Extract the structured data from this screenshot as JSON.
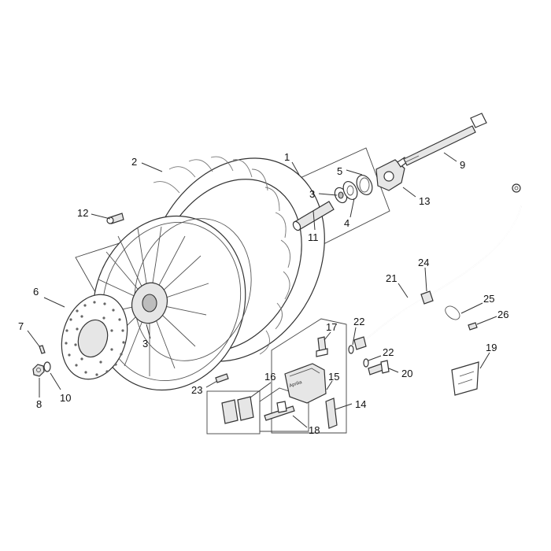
{
  "diagram": {
    "callouts": [
      {
        "number": "1"
      },
      {
        "number": "2"
      },
      {
        "number": "3"
      },
      {
        "number": "3"
      },
      {
        "number": "4"
      },
      {
        "number": "5"
      },
      {
        "number": "6"
      },
      {
        "number": "7"
      },
      {
        "number": "8"
      },
      {
        "number": "9"
      },
      {
        "number": "10"
      },
      {
        "number": "11"
      },
      {
        "number": "12"
      },
      {
        "number": "13"
      },
      {
        "number": "14"
      },
      {
        "number": "15"
      },
      {
        "number": "16"
      },
      {
        "number": "17"
      },
      {
        "number": "18"
      },
      {
        "number": "19"
      },
      {
        "number": "20"
      },
      {
        "number": "21"
      },
      {
        "number": "22"
      },
      {
        "number": "22"
      },
      {
        "number": "23"
      },
      {
        "number": "24"
      },
      {
        "number": "25"
      },
      {
        "number": "26"
      }
    ],
    "caliper_logo": "Aprilia"
  }
}
